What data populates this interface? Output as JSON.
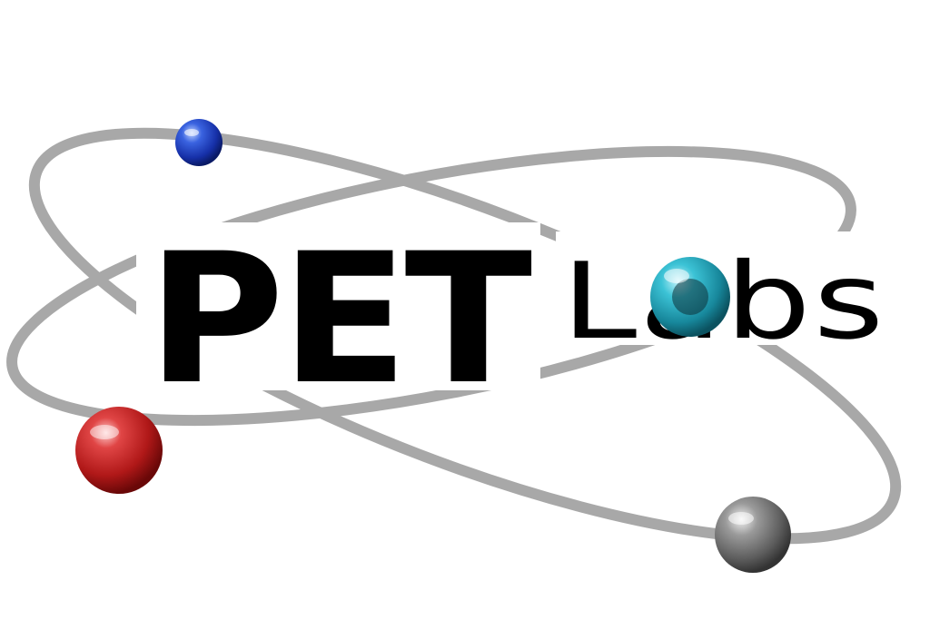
{
  "logo": {
    "primary_text": "PET",
    "secondary_text": "Labs",
    "colors": {
      "text": "#000000",
      "orbit": "#a9a9a9",
      "electron_blue": "#1f3fbf",
      "electron_red": "#c42020",
      "electron_gray": "#777777",
      "electron_teal": "#2aa6bb",
      "background": "#ffffff"
    },
    "electrons": [
      "blue-sphere",
      "red-sphere",
      "gray-sphere",
      "teal-sphere"
    ]
  }
}
